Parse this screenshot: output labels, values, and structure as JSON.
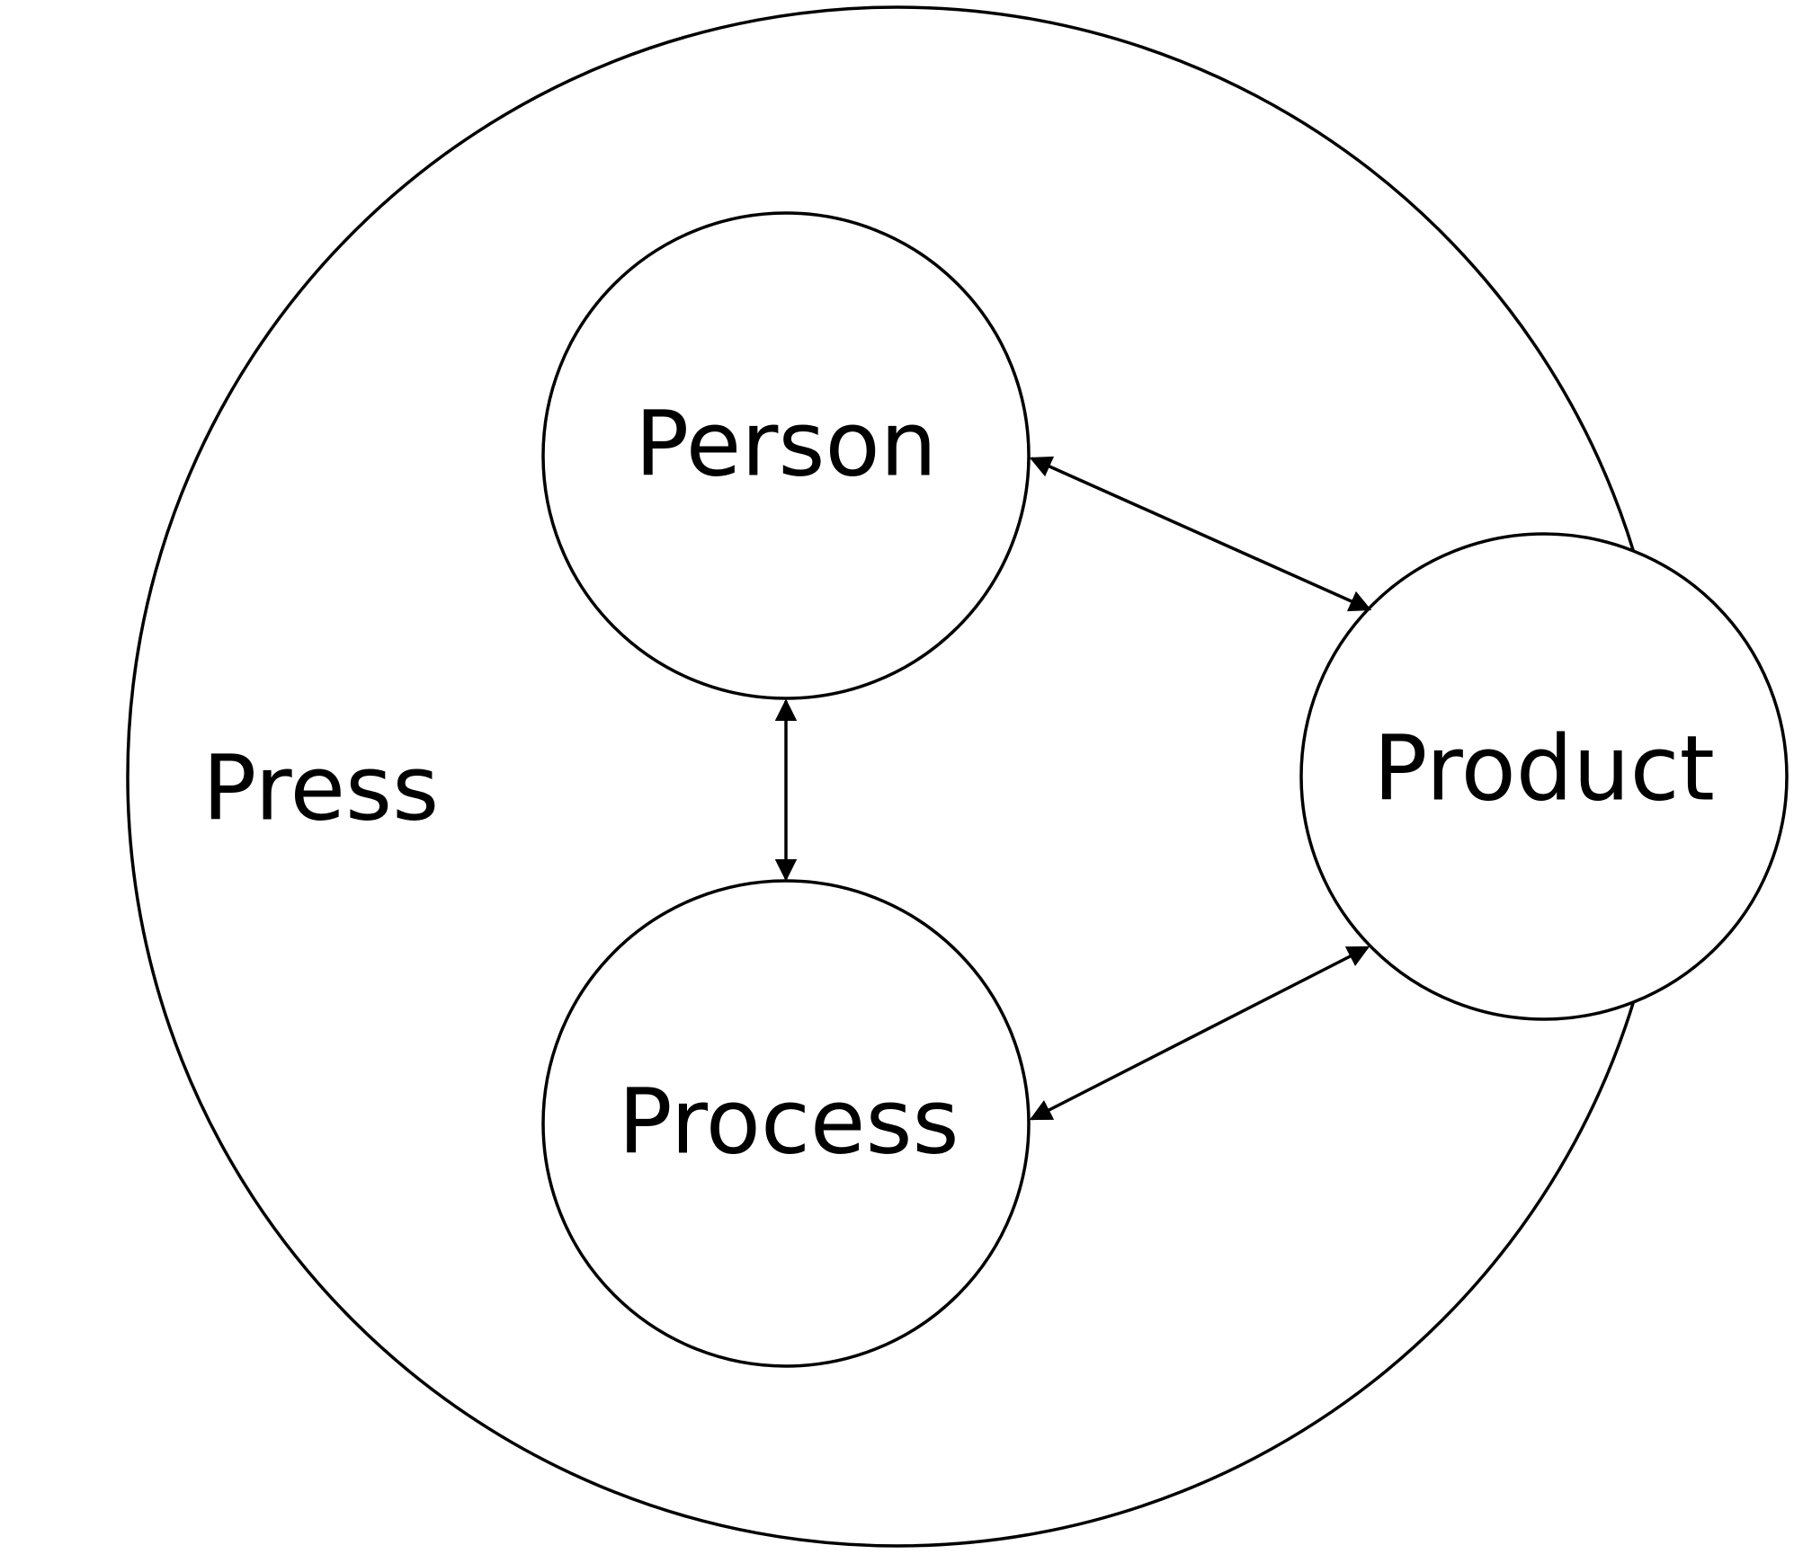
{
  "labels": {
    "press": "Press",
    "person": "Person",
    "process": "Process",
    "product": "Product"
  },
  "colors": {
    "stroke": "#000000",
    "fill": "#ffffff",
    "text": "#000000"
  }
}
